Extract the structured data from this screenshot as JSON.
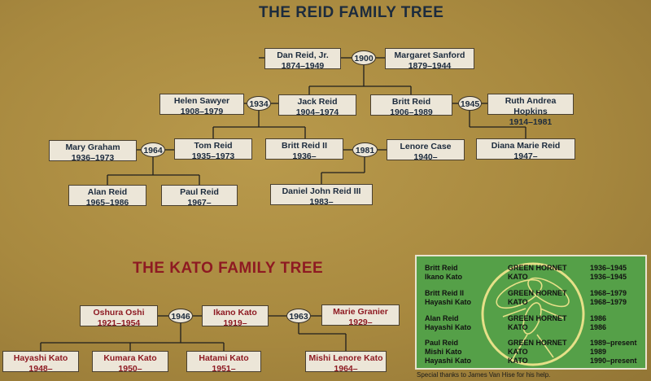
{
  "reid": {
    "title": "THE REID FAMILY TREE",
    "people": {
      "dan": {
        "name": "Dan Reid, Jr.",
        "years": "1874–1949"
      },
      "margaret": {
        "name": "Margaret Sanford",
        "years": "1879–1944"
      },
      "helen": {
        "name": "Helen Sawyer",
        "years": "1908–1979"
      },
      "jack": {
        "name": "Jack Reid",
        "years": "1904–1974"
      },
      "britt": {
        "name": "Britt Reid",
        "years": "1906–1989"
      },
      "ruth": {
        "name": "Ruth Andrea Hopkins",
        "years": "1914–1981"
      },
      "mary": {
        "name": "Mary Graham",
        "years": "1936–1973"
      },
      "tom": {
        "name": "Tom Reid",
        "years": "1935–1973"
      },
      "britt2": {
        "name": "Britt Reid II",
        "years": "1936–"
      },
      "lenore": {
        "name": "Lenore Case",
        "years": "1940–"
      },
      "diana": {
        "name": "Diana Marie Reid",
        "years": "1947–"
      },
      "alan": {
        "name": "Alan Reid",
        "years": "1965–1986"
      },
      "paul": {
        "name": "Paul Reid",
        "years": "1967–"
      },
      "daniel": {
        "name": "Daniel John Reid III",
        "years": "1983–"
      }
    },
    "marriages": {
      "m1900": "1900",
      "m1934": "1934",
      "m1945": "1945",
      "m1964": "1964",
      "m1981": "1981"
    }
  },
  "kato": {
    "title": "THE KATO FAMILY TREE",
    "people": {
      "oshura": {
        "name": "Oshura Oshi",
        "years": "1921–1954"
      },
      "ikano": {
        "name": "Ikano Kato",
        "years": "1919–"
      },
      "marie": {
        "name": "Marie Granier",
        "years": "1929–"
      },
      "hayashi": {
        "name": "Hayashi Kato",
        "years": "1948–"
      },
      "kumara": {
        "name": "Kumara Kato",
        "years": "1950–"
      },
      "hatami": {
        "name": "Hatami Kato",
        "years": "1951–"
      },
      "mishi": {
        "name": "Mishi Lenore Kato",
        "years": "1964–"
      }
    },
    "marriages": {
      "m1946": "1946",
      "m1963": "1963"
    }
  },
  "legend": {
    "groups": [
      {
        "rows": [
          {
            "name": "Britt Reid",
            "role": "GREEN HORNET",
            "years": "1936–1945"
          },
          {
            "name": "Ikano Kato",
            "role": "KATO",
            "years": "1936–1945"
          }
        ]
      },
      {
        "rows": [
          {
            "name": "Britt Reid II",
            "role": "GREEN HORNET",
            "years": "1968–1979"
          },
          {
            "name": "Hayashi Kato",
            "role": "KATO",
            "years": "1968–1979"
          }
        ]
      },
      {
        "rows": [
          {
            "name": "Alan Reid",
            "role": "GREEN HORNET",
            "years": "1986"
          },
          {
            "name": "Hayashi Kato",
            "role": "KATO",
            "years": "1986"
          }
        ]
      },
      {
        "rows": [
          {
            "name": "Paul Reid",
            "role": "GREEN HORNET",
            "years": "1989–present"
          },
          {
            "name": "Mishi Kato",
            "role": "KATO",
            "years": "1989"
          },
          {
            "name": "Hayashi Kato",
            "role": "KATO",
            "years": "1990–present"
          }
        ]
      }
    ],
    "emblem_icon": "green-hornet-emblem-icon"
  },
  "footnote": "Special thanks to James Van Hise for his help.",
  "colors": {
    "reid_text": "#1c2b3d",
    "kato_text": "#8e1a22",
    "legend_bg": "#55a048",
    "box_bg": "#ece6d8"
  }
}
